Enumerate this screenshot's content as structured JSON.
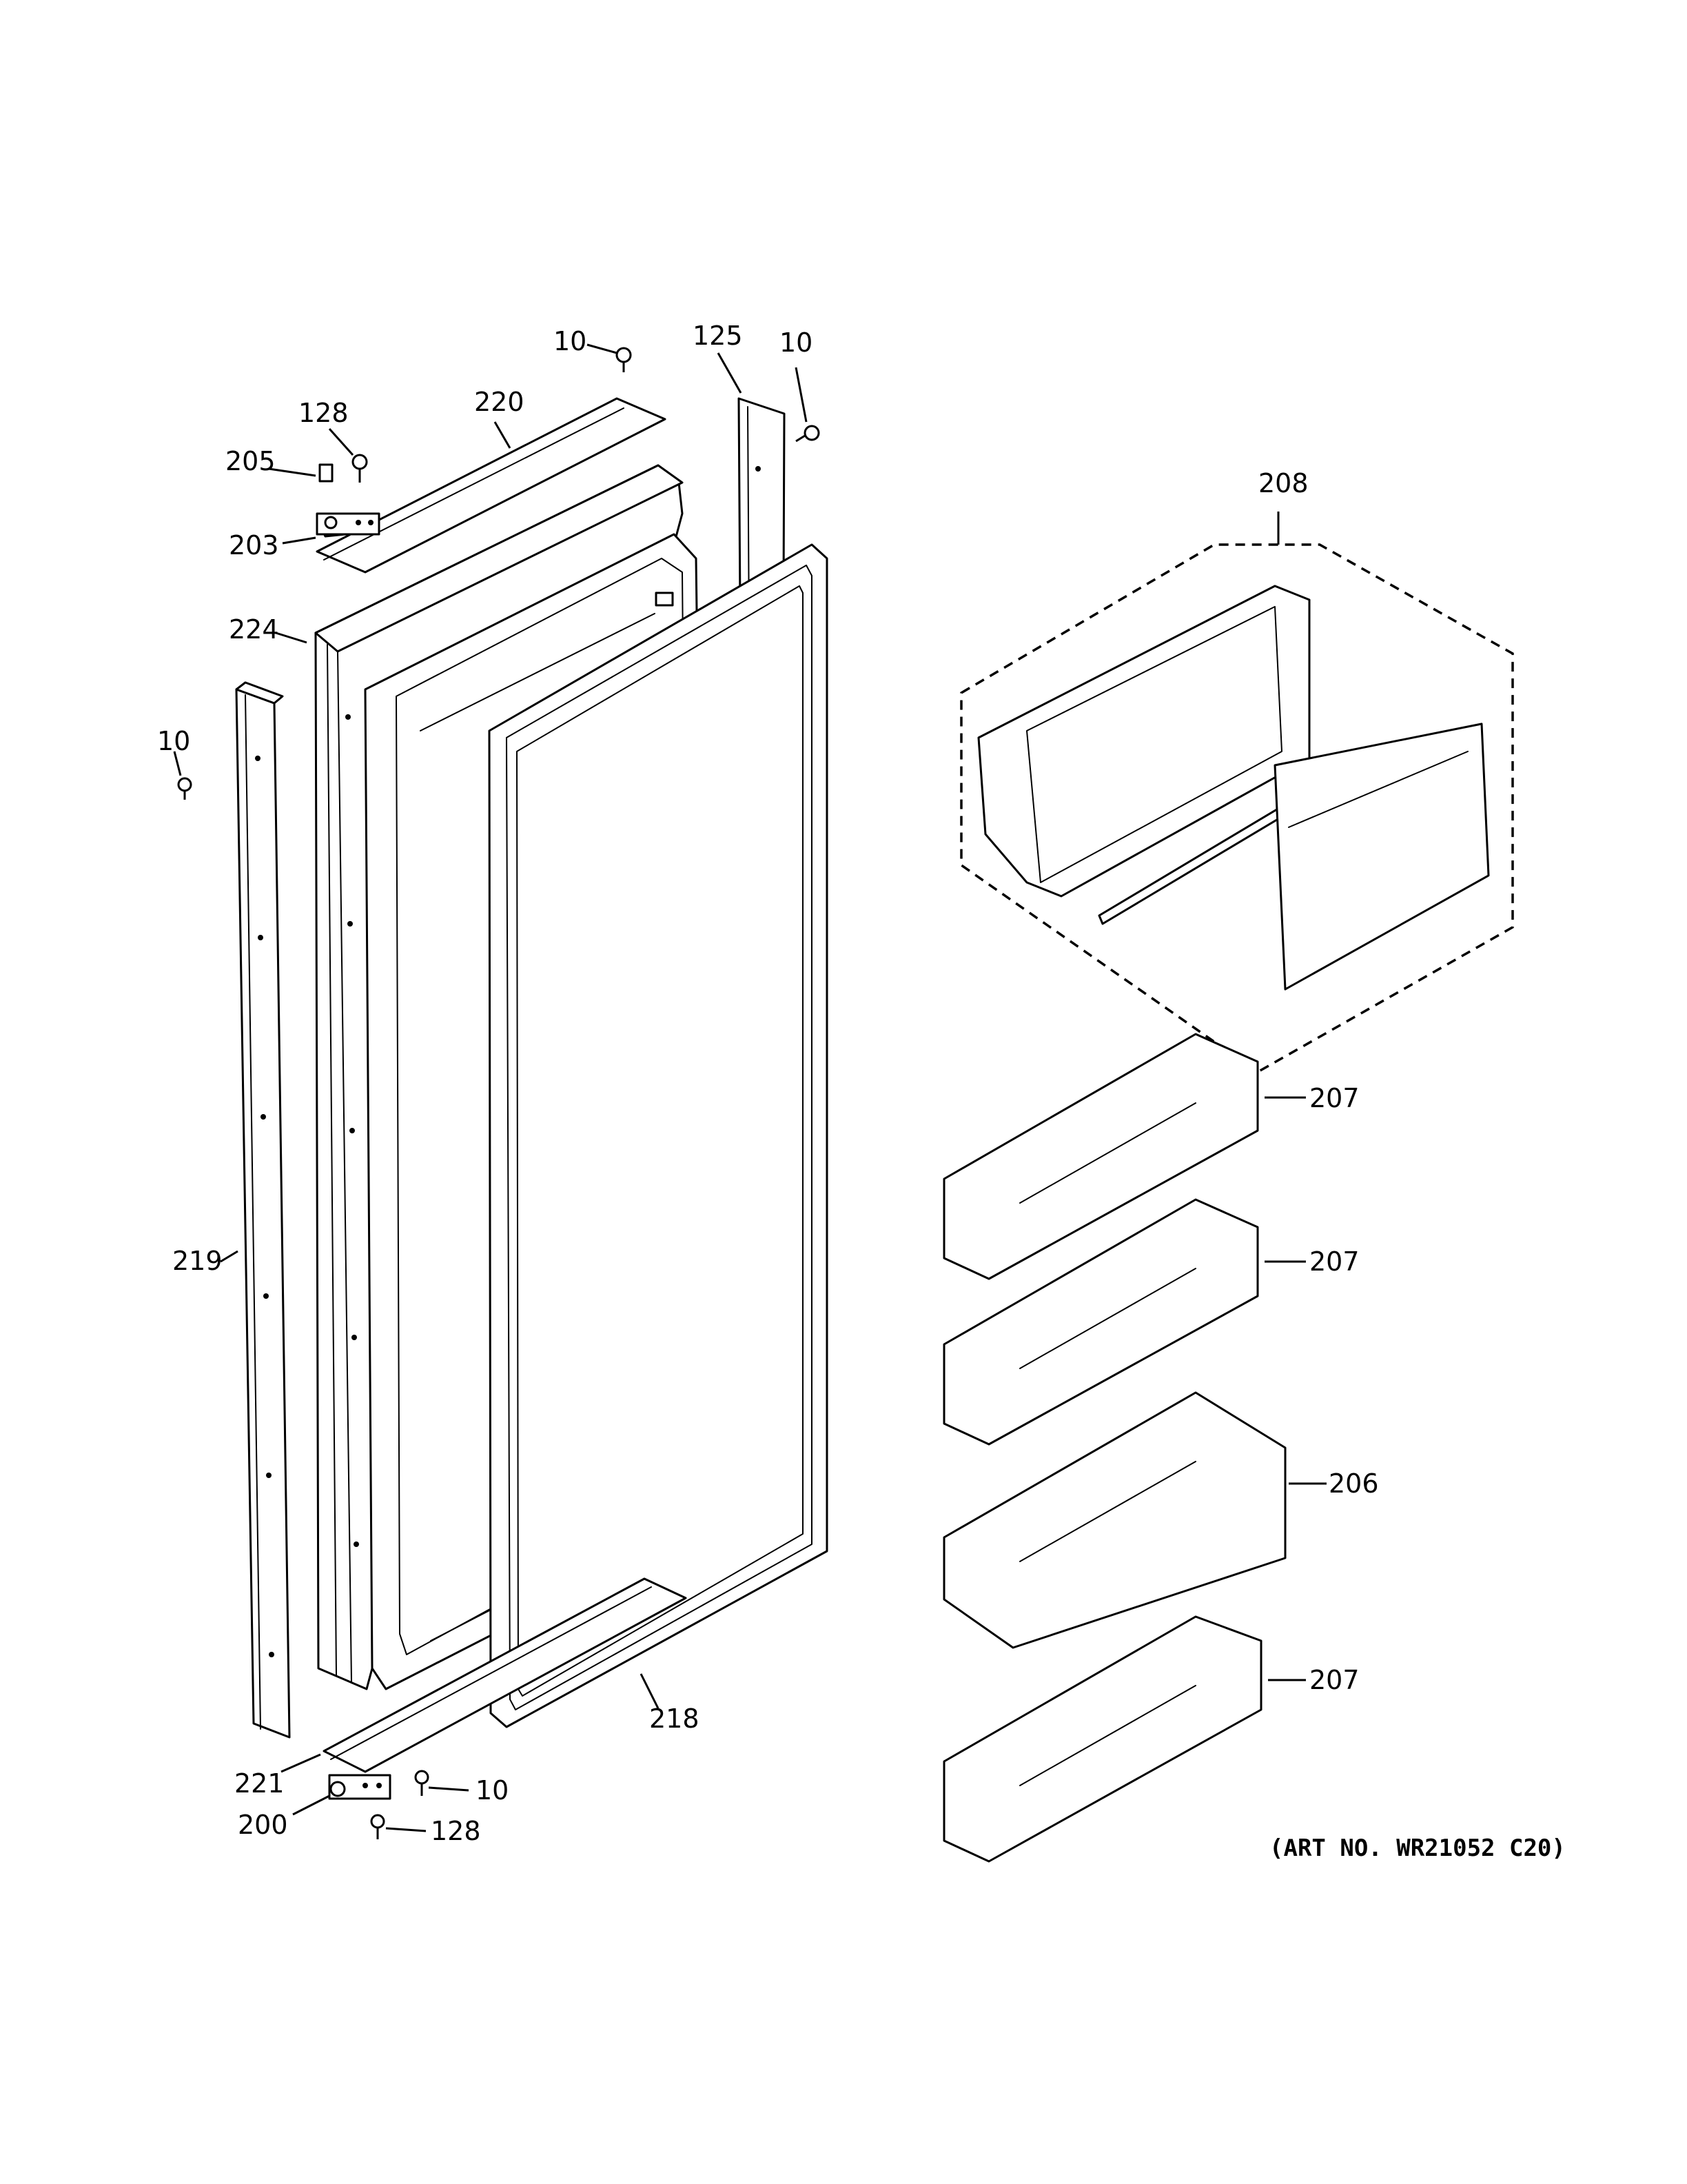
{
  "callouts": {
    "c10_top": "10",
    "c125": "125",
    "c10_right": "10",
    "c128_top": "128",
    "c220": "220",
    "c205": "205",
    "c203": "203",
    "c224": "224",
    "c10_left": "10",
    "c219": "219",
    "c208": "208",
    "c207_a": "207",
    "c207_b": "207",
    "c206": "206",
    "c207_c": "207",
    "c221": "221",
    "c200": "200",
    "c10_bottom": "10",
    "c128_bottom": "128",
    "c218": "218"
  },
  "art_number": "(ART NO. WR21052 C20)"
}
